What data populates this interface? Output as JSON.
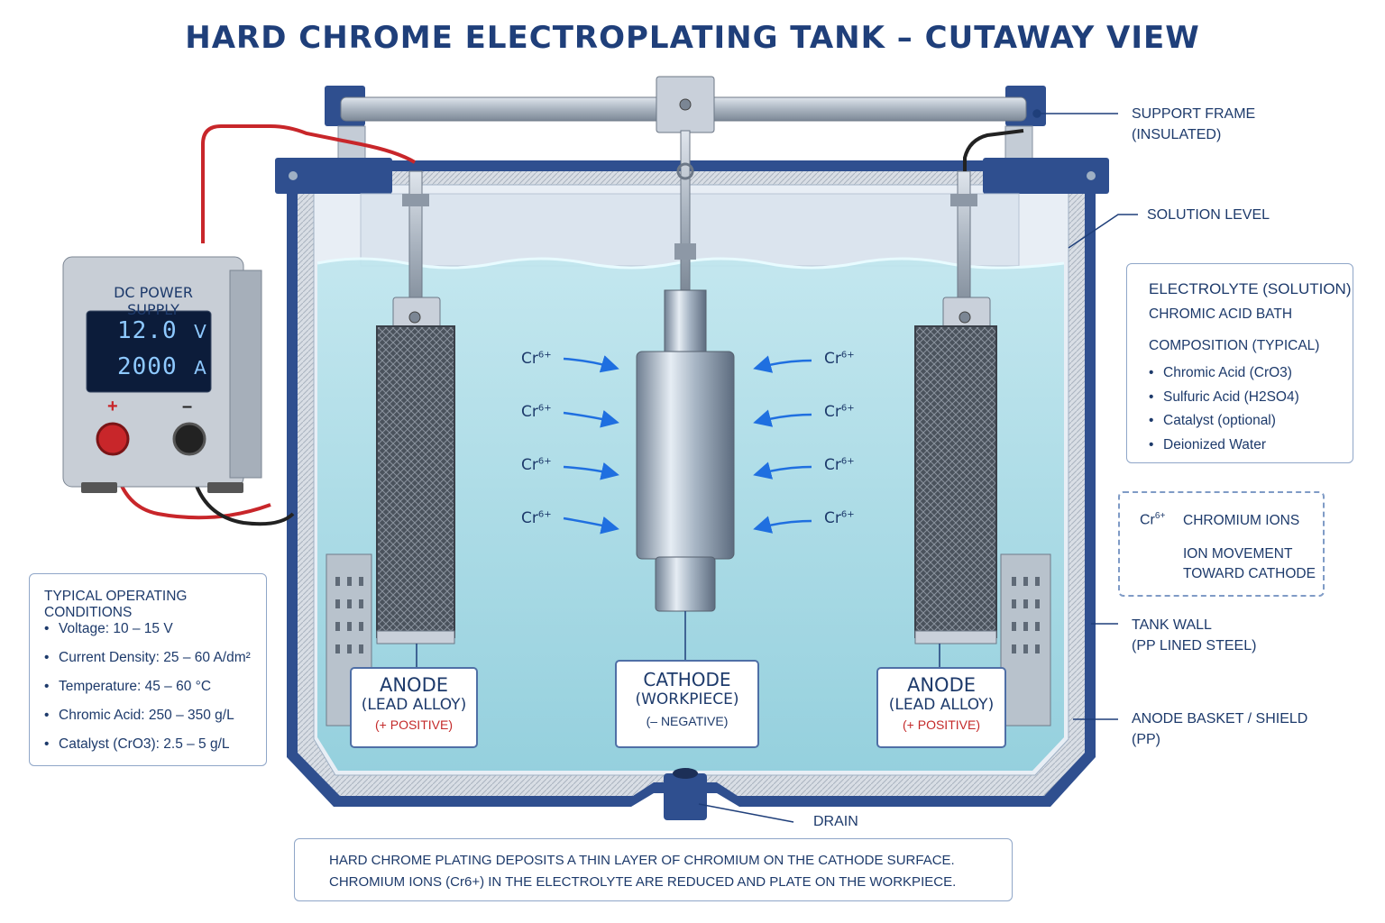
{
  "title": "HARD CHROME ELECTROPLATING TANK – CUTAWAY VIEW",
  "power_supply": {
    "label": "DC POWER SUPPLY",
    "voltage_value": "12.0",
    "voltage_unit": "V",
    "current_value": "2000",
    "current_unit": "A",
    "plus": "+",
    "minus": "–"
  },
  "callouts": {
    "support_frame": [
      "SUPPORT FRAME",
      "(INSULATED)"
    ],
    "solution_level": "SOLUTION LEVEL",
    "tank_wall": [
      "TANK WALL",
      "(PP LINED STEEL)"
    ],
    "anode_basket": [
      "ANODE BASKET / SHIELD",
      "(PP)"
    ],
    "drain": "DRAIN"
  },
  "electrolyte": {
    "title": "ELECTROLYTE (SOLUTION)",
    "subtitle": "CHROMIC ACID BATH",
    "composition_title": "COMPOSITION (TYPICAL)",
    "items": [
      "Chromic Acid (CrO3)",
      "Sulfuric Acid (H2SO4)",
      "Catalyst (optional)",
      "Deionized Water"
    ]
  },
  "legend": {
    "ion_symbol": "Cr",
    "ion_charge": "6+",
    "ion_label": "CHROMIUM IONS",
    "arrow_label": [
      "ION MOVEMENT",
      "TOWARD CATHODE"
    ]
  },
  "operating": {
    "title": "TYPICAL OPERATING CONDITIONS",
    "items": [
      "Voltage: 10 – 15 V",
      "Current Density: 25 – 60 A/dm²",
      "Temperature: 45 – 60 °C",
      "Chromic Acid: 250 – 350 g/L",
      "Catalyst (CrO3): 2.5 – 5 g/L"
    ]
  },
  "anode_left": {
    "name": "ANODE",
    "material": "(LEAD ALLOY)",
    "polarity": "(+ POSITIVE)"
  },
  "cathode": {
    "name": "CATHODE",
    "material": "(WORKPIECE)",
    "polarity": "(– NEGATIVE)"
  },
  "anode_right": {
    "name": "ANODE",
    "material": "(LEAD ALLOY)",
    "polarity": "(+ POSITIVE)"
  },
  "ions": {
    "symbol": "Cr",
    "charge": "6+"
  },
  "footer": [
    "HARD CHROME PLATING DEPOSITS A THIN LAYER OF CHROMIUM ON THE CATHODE SURFACE.",
    "CHROMIUM IONS (Cr6+) IN THE ELECTROLYTE ARE REDUCED AND PLATE ON THE WORKPIECE."
  ],
  "colors": {
    "tank_blue": "#2f4f8f",
    "solution": "#a9dbe6",
    "wire_red": "#c8262a",
    "wire_black": "#222222",
    "arrow_blue": "#1f6fe0",
    "text_navy": "#1d3a6b"
  }
}
